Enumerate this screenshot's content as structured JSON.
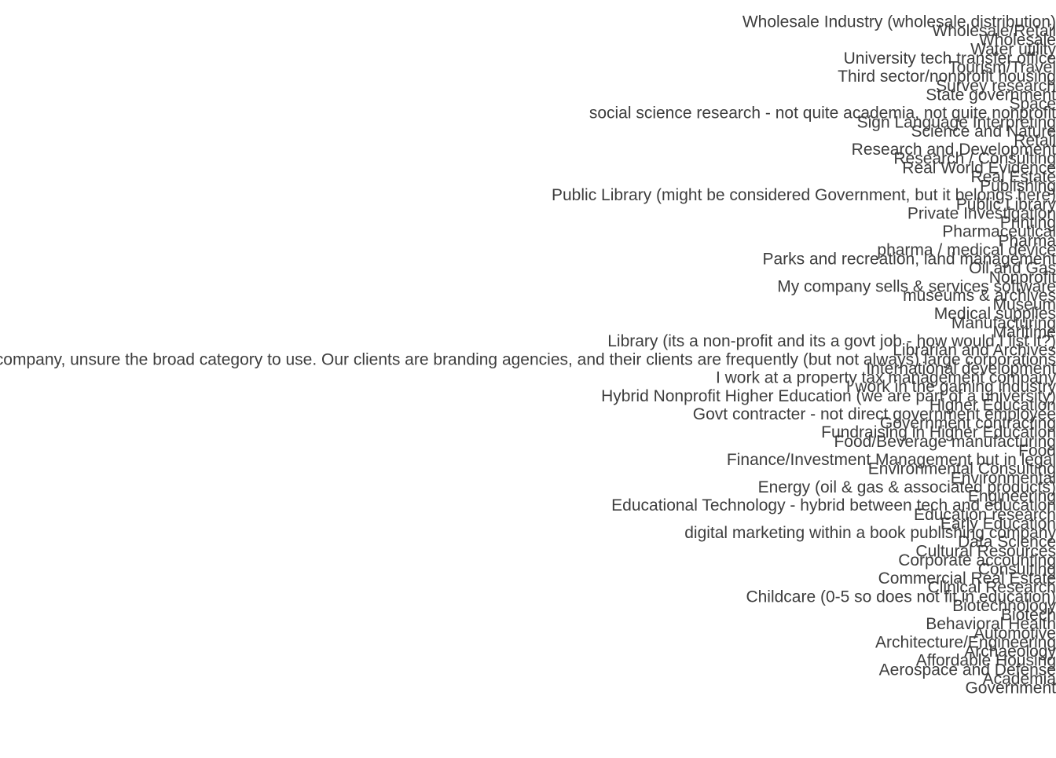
{
  "chart_data": {
    "type": "bar",
    "orientation": "horizontal",
    "text_color": "#3d3d3d",
    "background": "#ffffff",
    "note": "",
    "categories": [
      "Wholesale Industry (wholesale distribution)",
      "Wholesale/Retail",
      "Wholesale",
      "Water utility",
      "University tech transfer office",
      "Tourism/Travel",
      "Third sector/nonprofit housing",
      "Survey research",
      "State government",
      "Space",
      "social science research - not quite academia, not quite nonprofit",
      "Sign Language Interpreting",
      "Science and Nature",
      "Retail",
      "Research and Development",
      "Research / Consulting",
      "Real World Evidence",
      "Real Estate",
      "Publishing",
      "Public Library (might be considered Government, but it belongs here)",
      "Public Library",
      "Private Investigation",
      "Printing",
      "Pharmaceutical",
      "Pharma",
      "pharma / medical device",
      "Parks and recreation, land management",
      "Oil and Gas",
      "Nonprofit",
      "My company sells & services software",
      "museums & archives",
      "Museum",
      "Medical supplies",
      "Manufacturing",
      "Maritime",
      "Library (its a non-profit and its a govt job - how would I list it?)",
      "Librarian and Archives",
      "our company, unsure the broad category to use. Our clients are branding agencies, and their clients are frequently (but not always) large corporations",
      "International development",
      "I work at a property tax management company",
      "I work in the gaming industry",
      "Hybrid Nonprofit Higher Education (we are part of a university)",
      "Higher Education",
      "Govt contracter - not direct government employee",
      "Government contracting",
      "Fundraising in Higher Education",
      "Food/Beverage manufacturing",
      "Food",
      "Finance/Investment Management but in legal",
      "Environmental Consulting",
      "Environmental",
      "Energy (oil & gas & associated products)",
      "Engineering",
      "Educational Technology - hybrid between tech and education",
      "Education research",
      "Early Education",
      "digital marketing within a book publishing company",
      "Data Science",
      "Cultural Resources",
      "Corporate accounting",
      "Consulting",
      "Commercial Real Estate",
      "Clinical Research",
      "Childcare (0-5 so does not fit in education)",
      "Biotechnology",
      "Biotech",
      "Behavioral Health",
      "Automotive",
      "Architecture/Engineering",
      "Archaeology",
      "Affordable Housing",
      "Aerospace and Defense",
      "Academia",
      "Government"
    ]
  }
}
